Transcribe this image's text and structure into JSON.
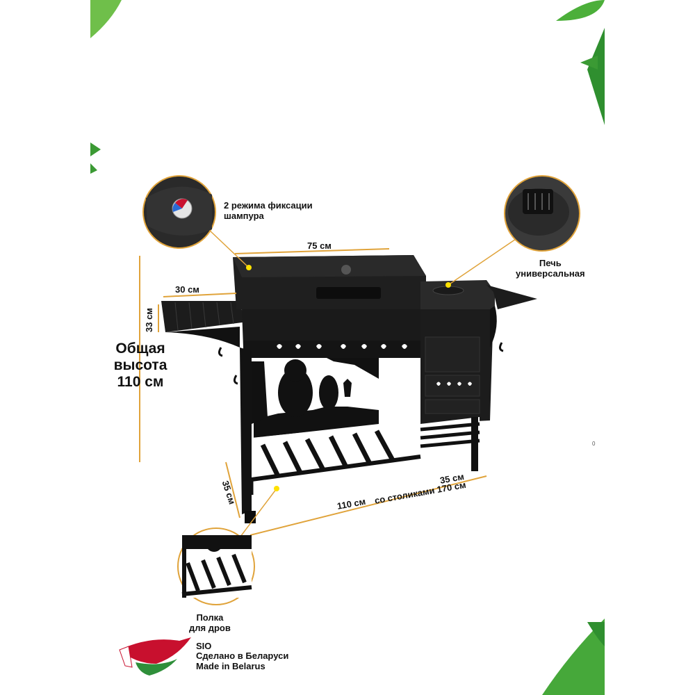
{
  "labels": {
    "skewer_mode": [
      "2 режима фиксации",
      "шампура"
    ],
    "stove": [
      "Печь",
      "универсальная"
    ],
    "total_height": [
      "Общая",
      "высота",
      "110 см"
    ],
    "woodshelf": [
      "Полка",
      "для дров"
    ]
  },
  "dimensions": {
    "lid_width": "75 см",
    "left_table": "30 см",
    "left_table_height": "33 см",
    "depth": "35 см",
    "right_table": "35 см",
    "body_length": "110 см",
    "with_tables": "со столиками 170 см"
  },
  "branding": {
    "brand_name": "SIO",
    "made_in_ru": "Сделано в Беларуси",
    "made_in_en": "Made in Belarus",
    "flag_colors": [
      "#c8102e",
      "#2f8f3a",
      "#ffffff"
    ]
  },
  "edge_mark": "0",
  "colors": {
    "metal": "#1a1a1a",
    "metal_light": "#2b2b2b",
    "callout_line": "#e0a33a",
    "callout_dot": "#ffe100",
    "leaf": "#3aa63a"
  }
}
